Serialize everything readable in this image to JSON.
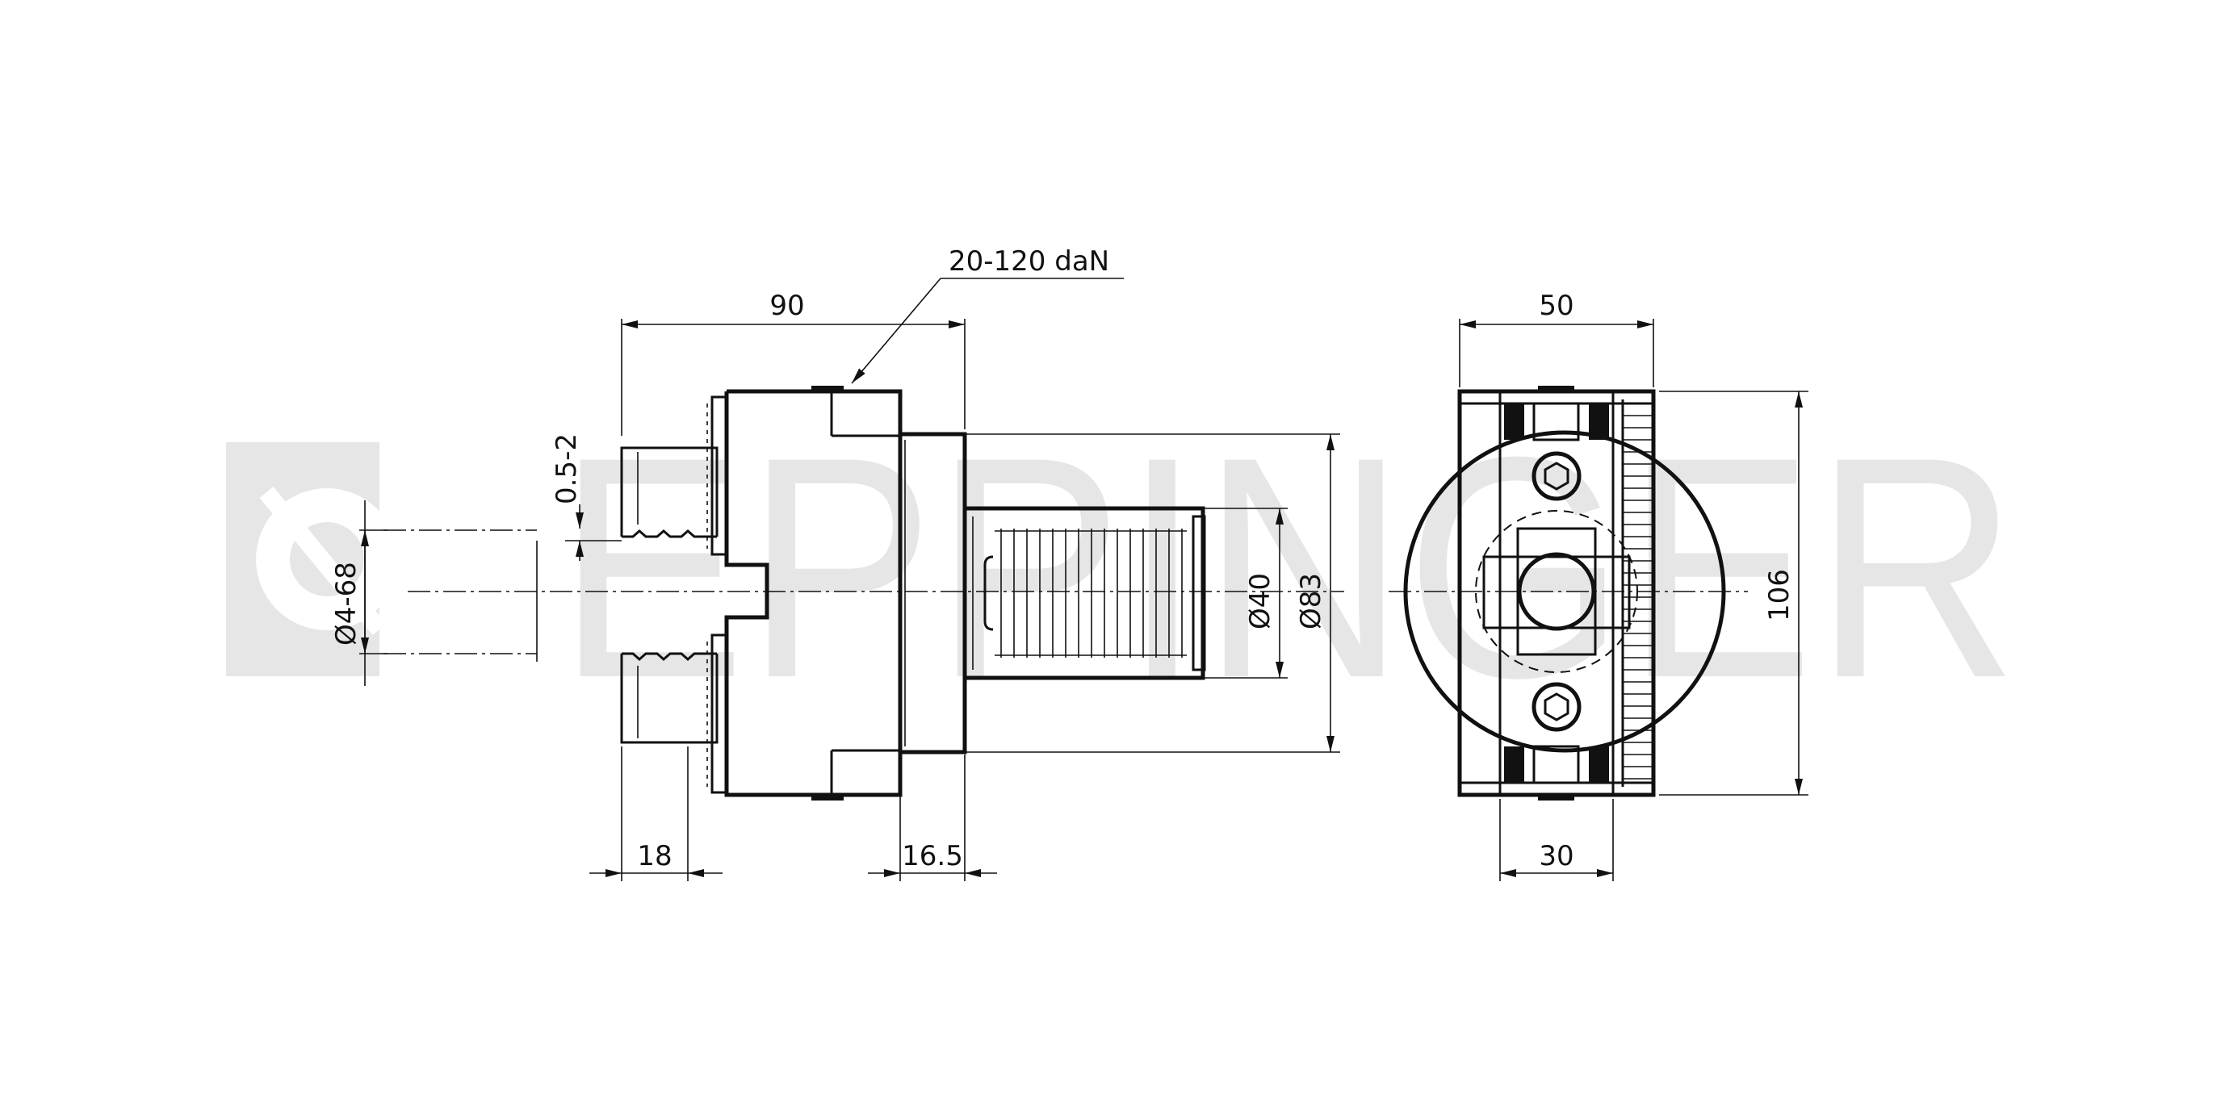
{
  "watermark": {
    "text": "EPPINGER"
  },
  "side_view": {
    "dim_length": "90",
    "dim_force": "20-120 daN",
    "dim_jaw_stroke": "0.5-2",
    "dim_clamp_range": "Ø4-68",
    "dim_jaw_width": "18",
    "dim_flange": "16.5",
    "dim_shank_dia": "Ø40",
    "dim_flange_dia": "Ø83"
  },
  "front_view": {
    "dim_width": "50",
    "dim_height": "106",
    "dim_body_width": "30"
  },
  "colors": {
    "line": "#111111",
    "watermark": "#e6e6e6",
    "background": "#ffffff"
  }
}
